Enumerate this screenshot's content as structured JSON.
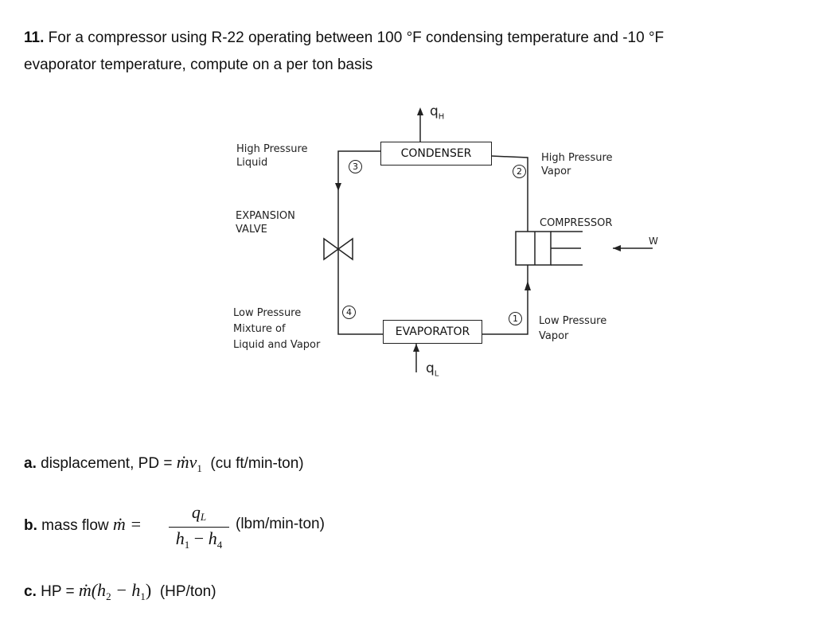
{
  "question": {
    "number": "11.",
    "line1": "For a compressor using R-22 operating between 100 °F condensing temperature and -10 °F",
    "line2": "evaporator temperature, compute on a per ton basis"
  },
  "diagram": {
    "condenser": "CONDENSER",
    "evaporator": "EVAPORATOR",
    "compressor": "COMPRESSOR",
    "expansion_valve": [
      "EXPANSION",
      "VALVE"
    ],
    "high_pressure_liquid": [
      "High Pressure",
      "Liquid"
    ],
    "high_pressure_vapor": [
      "High Pressure",
      "Vapor"
    ],
    "low_pressure_mixture": [
      "Low Pressure",
      "Mixture of",
      "Liquid and Vapor"
    ],
    "low_pressure_vapor": [
      "Low Pressure",
      "Vapor"
    ],
    "qH": "q",
    "qH_sub": "H",
    "qL": "q",
    "qL_sub": "L",
    "work": "W",
    "states": [
      "1",
      "2",
      "3",
      "4"
    ]
  },
  "parts": {
    "a": {
      "label": "a.",
      "text": " displacement, PD = ",
      "formula": "ṁv",
      "sub": "1",
      "units": "(cu ft/min-ton)"
    },
    "b": {
      "label": "b.",
      "text": " mass flow ",
      "lhs": "ṁ =",
      "num": "q",
      "num_sub": "L",
      "den_a": "h",
      "den_a_sub": "1",
      "den_op": " − ",
      "den_b": "h",
      "den_b_sub": "4",
      "units": "(lbm/min-ton)"
    },
    "c": {
      "label": "c.",
      "text": " HP = ",
      "formula": "ṁ(h",
      "sub1": "2",
      "mid": " − h",
      "sub2": "1",
      "close": ")",
      "units": "(HP/ton)"
    }
  }
}
